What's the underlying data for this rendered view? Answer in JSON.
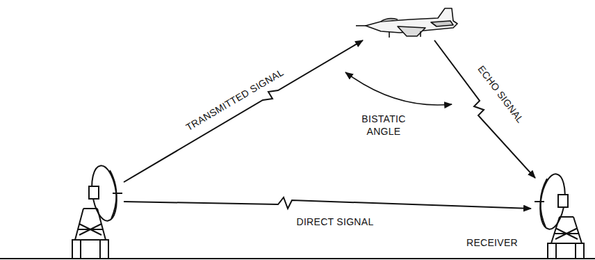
{
  "diagram": {
    "labels": [
      "TRANSMITTED SIGNAL",
      "BISTATIC ANGLE",
      "ECHO SIGNAL",
      "DIRECT SIGNAL",
      "RECEIVER"
    ]
  }
}
